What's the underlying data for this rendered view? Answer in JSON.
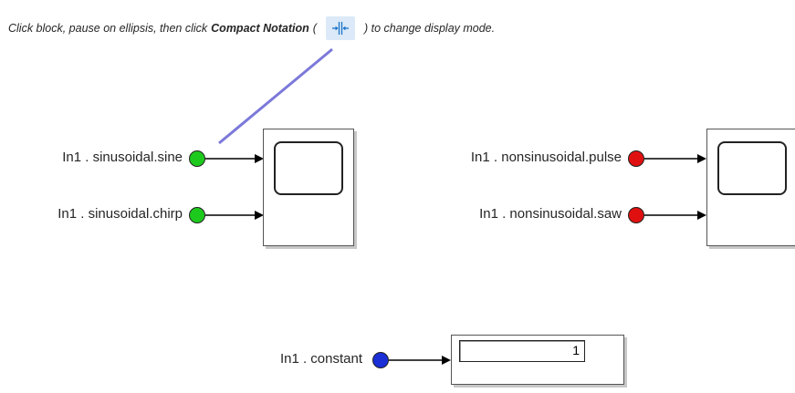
{
  "instruction": {
    "prefix": "Click block, pause on ellipsis, then click",
    "command": "Compact Notation",
    "paren_open": "(",
    "suffix": ") to change display mode.",
    "button_icon": "compact-notation-icon",
    "button_color": "#dbe9f8",
    "icon_color": "#1a73c9"
  },
  "callout_color": "#7b79d9",
  "inports": [
    {
      "label": "In1 . sinusoidal.sine",
      "color": "#1ec91e"
    },
    {
      "label": "In1 . sinusoidal.chirp",
      "color": "#1ec91e"
    },
    {
      "label": "In1 . nonsinusoidal.pulse",
      "color": "#e01010"
    },
    {
      "label": "In1 . nonsinusoidal.saw",
      "color": "#e01010"
    },
    {
      "label": "In1 . constant",
      "color": "#1a2fd6"
    }
  ],
  "display": {
    "value": "1"
  }
}
